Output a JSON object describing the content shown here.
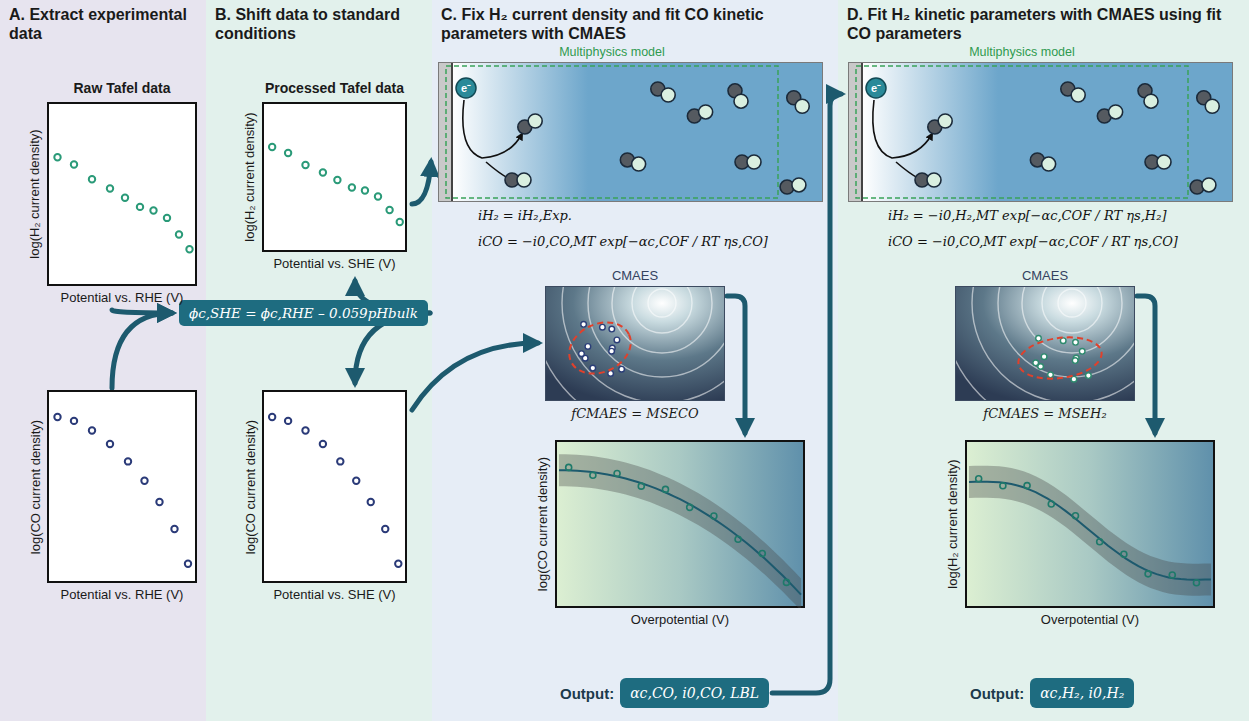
{
  "diagram": {
    "nodes": [
      {
        "text": [
          "A. Extract experimental data"
        ]
      },
      {
        "text": [
          "Raw Tafel data",
          "log(H₂ current density)",
          "Potential vs. RHE (V)"
        ],
        "in": 0
      },
      {
        "text": [
          "log(CO current density)",
          "Potential vs. RHE (V)"
        ],
        "in": 0
      },
      {
        "text": [
          "ϕc,SHE = ϕc,RHE – 0.059pHbulk"
        ]
      },
      {
        "text": [
          "B. Shift data to standard conditions"
        ]
      },
      {
        "text": [
          "Processed Tafel data",
          "log(H₂ current density)",
          "Potential vs. SHE (V)"
        ],
        "in": 4
      },
      {
        "text": [
          "log(CO current density)",
          "Potential vs. SHE (V)"
        ],
        "in": 4
      },
      {
        "text": [
          "C. Fix H₂ current density and fit CO kinetic parameters with CMAES"
        ]
      },
      {
        "text": [
          "Multiphysics model"
        ],
        "in": 7
      },
      {
        "text": [
          "CMAES",
          "fCMAES = MSECO"
        ],
        "in": 7
      },
      {
        "text": [
          "log(CO current density)",
          "Overpotential (V)"
        ],
        "in": 7
      },
      {
        "text": [
          "Output:",
          "αc,CO, i0,CO, LBL"
        ],
        "in": 7
      },
      {
        "text": [
          "D. Fit H₂ kinetic parameters with CMAES using fit CO parameters"
        ]
      },
      {
        "text": [
          "Multiphysics model"
        ],
        "in": 12
      },
      {
        "text": [
          "CMAES",
          "fCMAES = MSEH₂"
        ],
        "in": 12
      },
      {
        "text": [
          "log(H₂ current density)",
          "Overpotential (V)"
        ],
        "in": 12
      },
      {
        "text": [
          "Output:",
          "αc,H₂, i0,H₂"
        ],
        "in": 12
      }
    ],
    "edges": [
      {
        "from": 1,
        "to": 3,
        "arrow": "to"
      },
      {
        "from": 2,
        "to": 3,
        "arrow": "to"
      },
      {
        "from": 3,
        "to": 5,
        "arrow": "to"
      },
      {
        "from": 3,
        "to": 6,
        "arrow": "to"
      },
      {
        "from": 5,
        "to": 8,
        "arrow": "to"
      },
      {
        "from": 6,
        "to": 9,
        "arrow": "to"
      },
      {
        "from": 9,
        "to": 10,
        "arrow": "to"
      },
      {
        "from": 11,
        "to": 13,
        "arrow": "to"
      },
      {
        "from": 14,
        "to": 15,
        "arrow": "to"
      }
    ],
    "labels": [
      "iH₂ = iH₂,Exp.",
      "iCO = −i0,CO,MT exp[−αc,COF / RT ηs,CO]",
      "e⁻",
      "iH₂ = −i0,H₂,MT exp[−αc,COF / RT ηs,H₂]",
      "iCO = −i0,CO,MT exp[−αc,COF / RT ηs,CO]",
      "e⁻"
    ]
  }
}
